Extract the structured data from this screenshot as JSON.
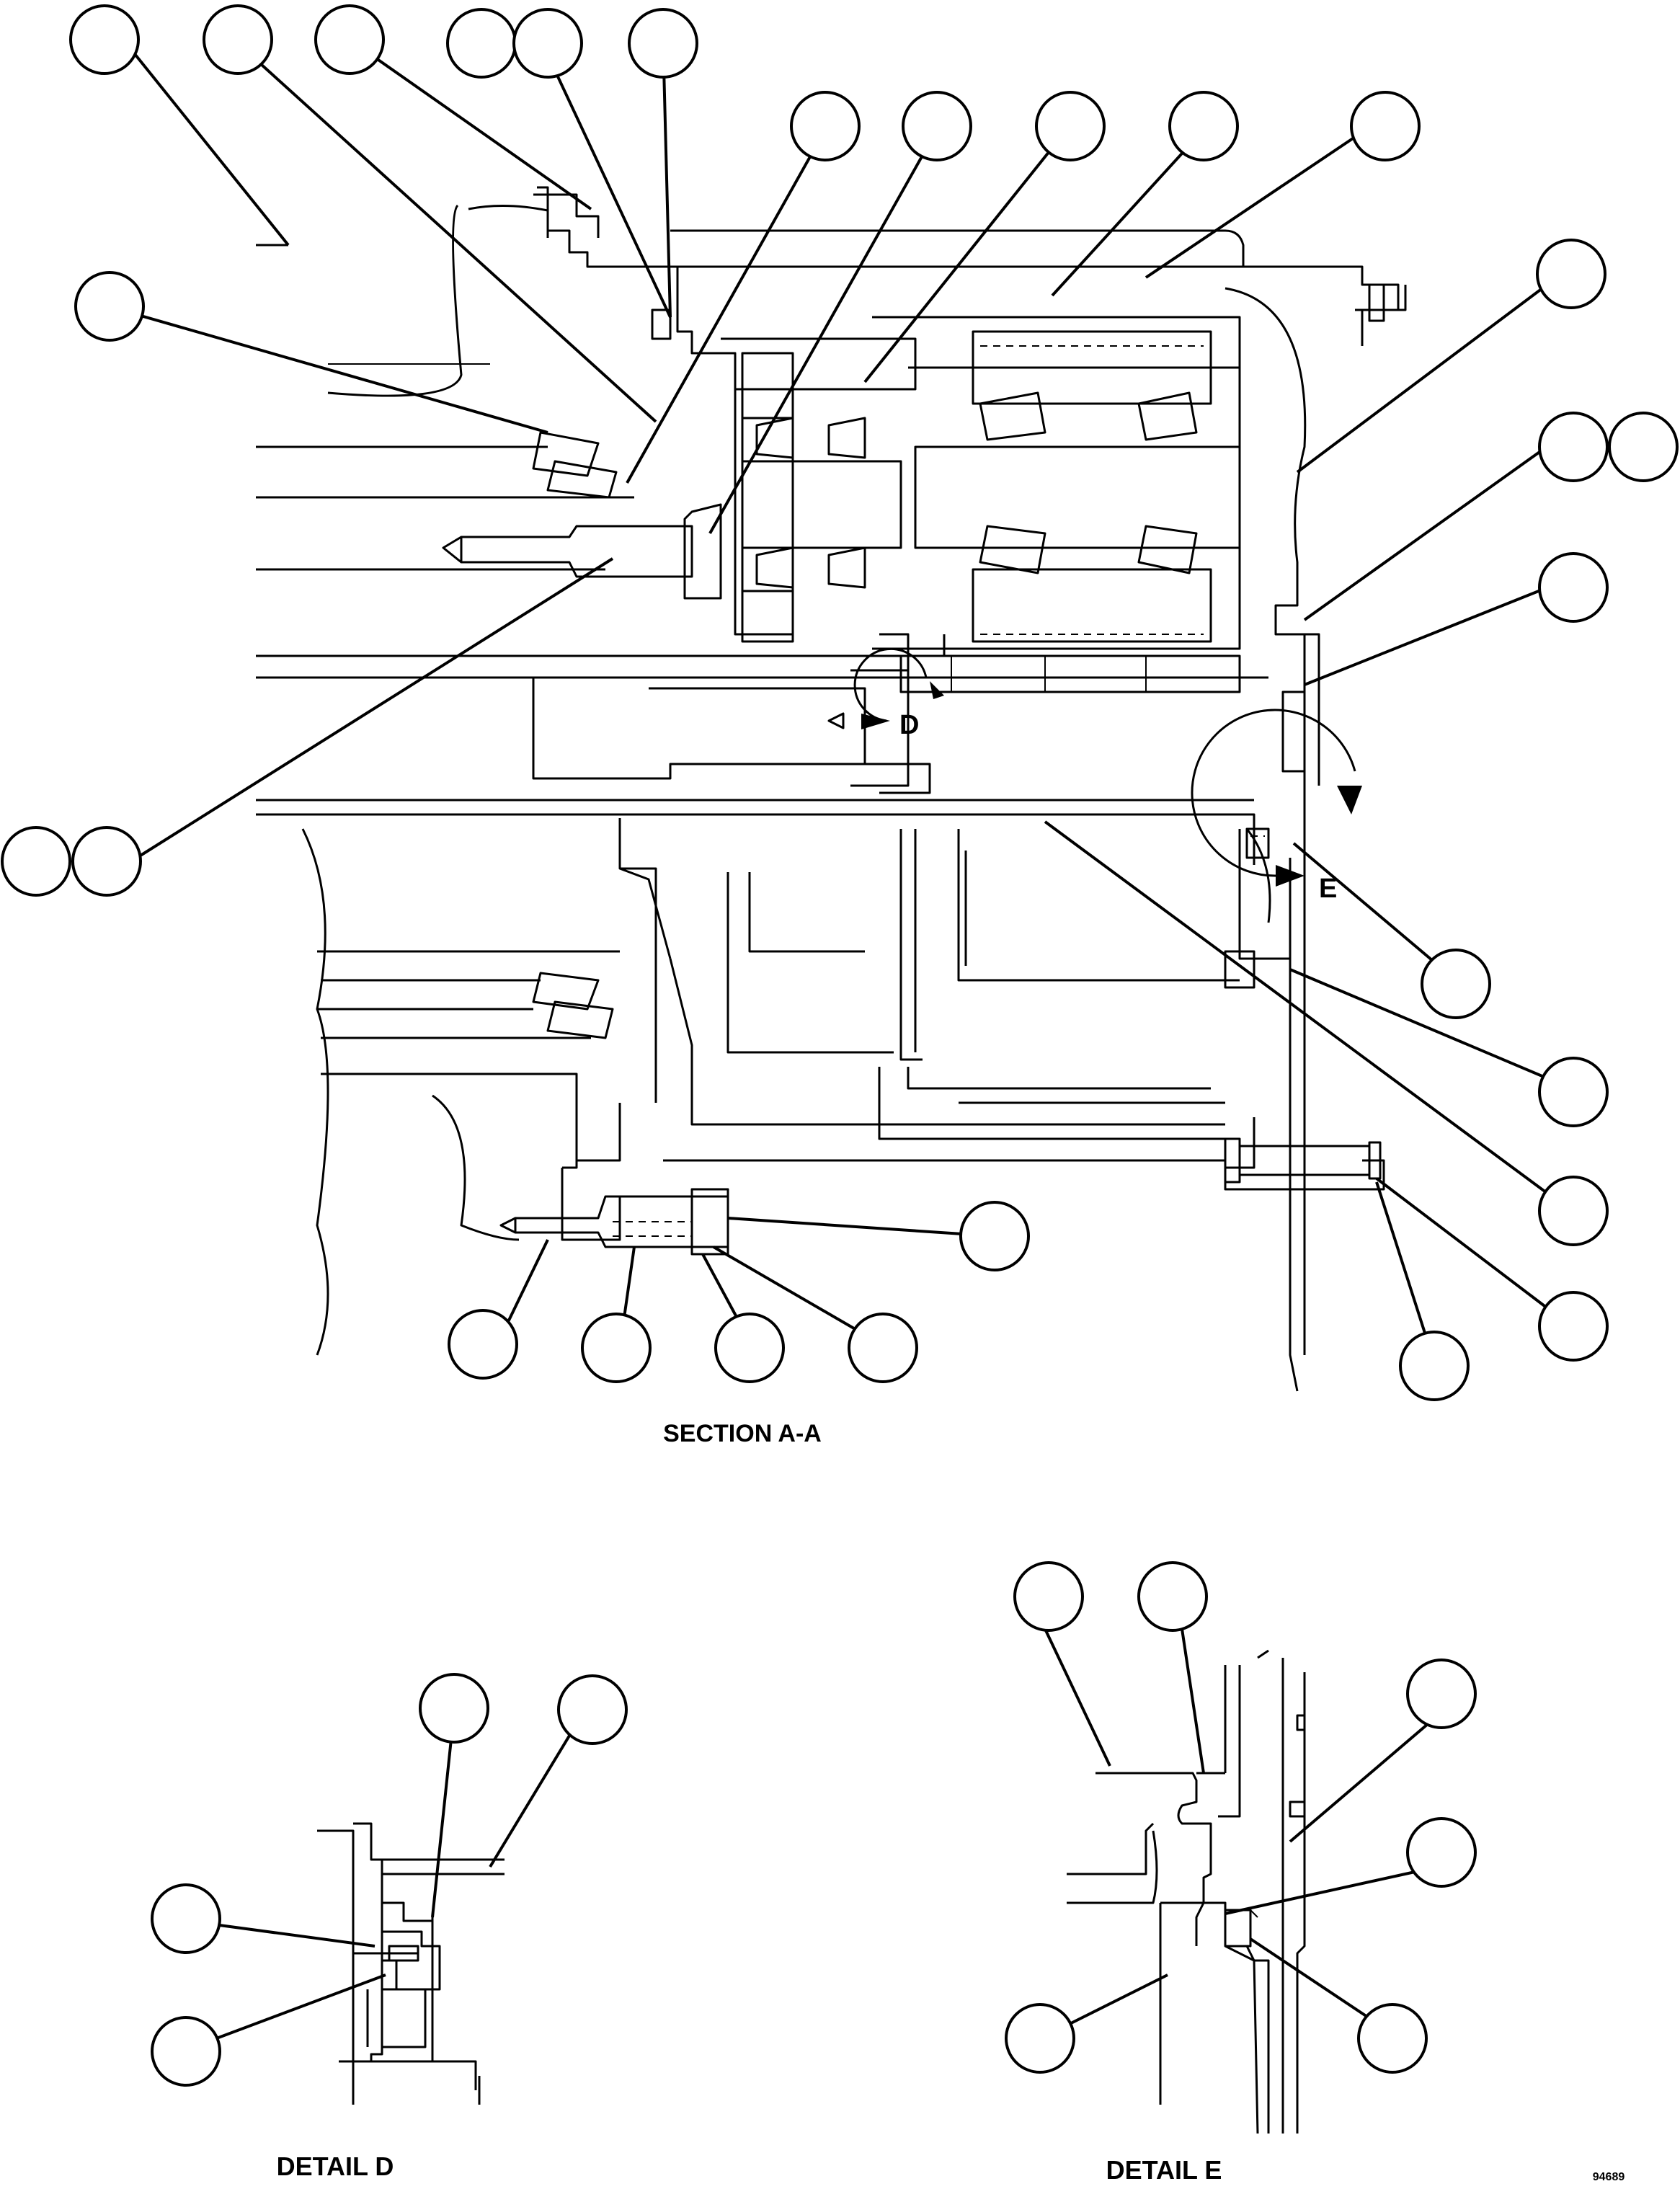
{
  "labels": {
    "section": "SECTION A-A",
    "detail_d_marker": "D",
    "detail_e_marker": "E",
    "detail_d": "DETAIL D",
    "detail_e": "DETAIL E",
    "figure_code": "94689"
  }
}
